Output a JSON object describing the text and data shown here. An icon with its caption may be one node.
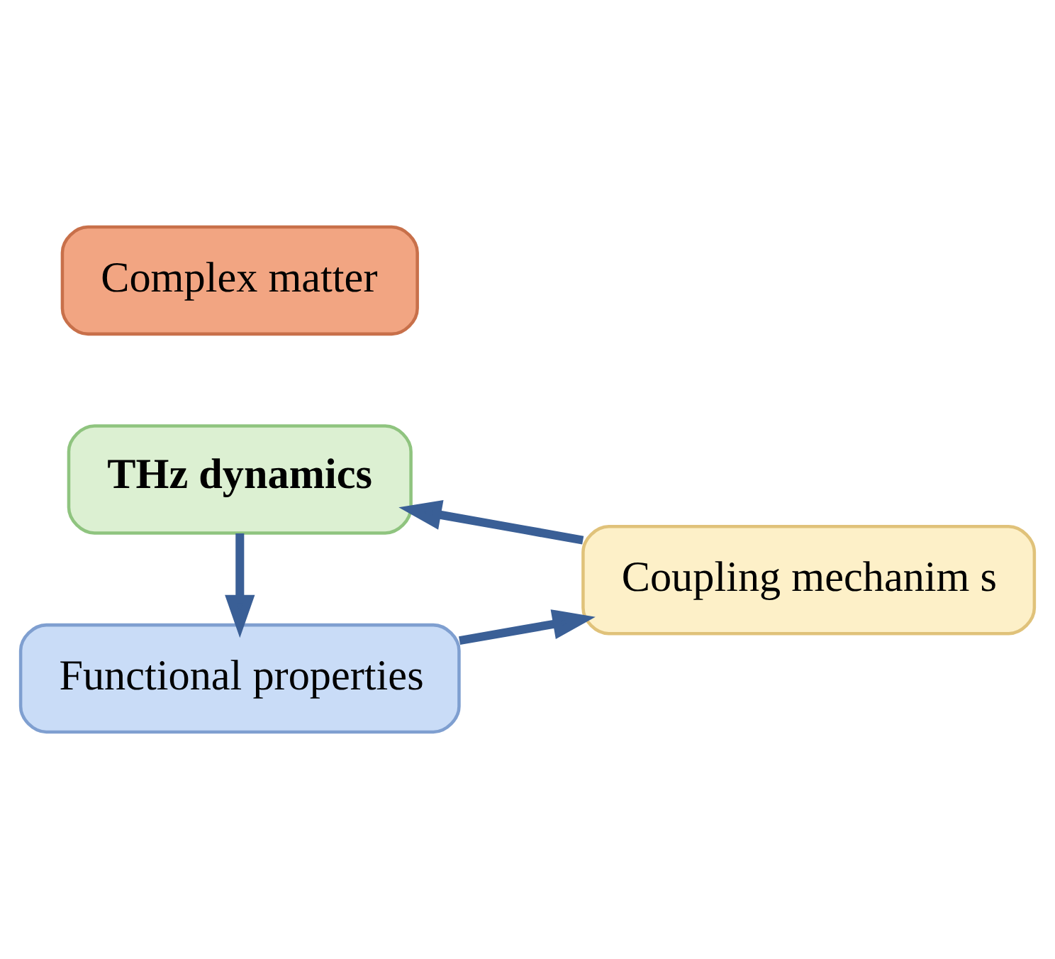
{
  "diagram": {
    "nodes": [
      {
        "text": [
          "Functional properties"
        ]
      },
      {
        "text": [
          "Complex matter"
        ]
      },
      {
        "text": [
          "Coupling mechanim s"
        ]
      },
      {
        "text": [
          "THz dynamics"
        ]
      }
    ],
    "edges": [
      {
        "from": 0,
        "to": 2,
        "arrow": "to"
      },
      {
        "from": 2,
        "to": 3,
        "arrow": "to"
      },
      {
        "from": 3,
        "to": 0,
        "arrow": "to"
      }
    ]
  }
}
